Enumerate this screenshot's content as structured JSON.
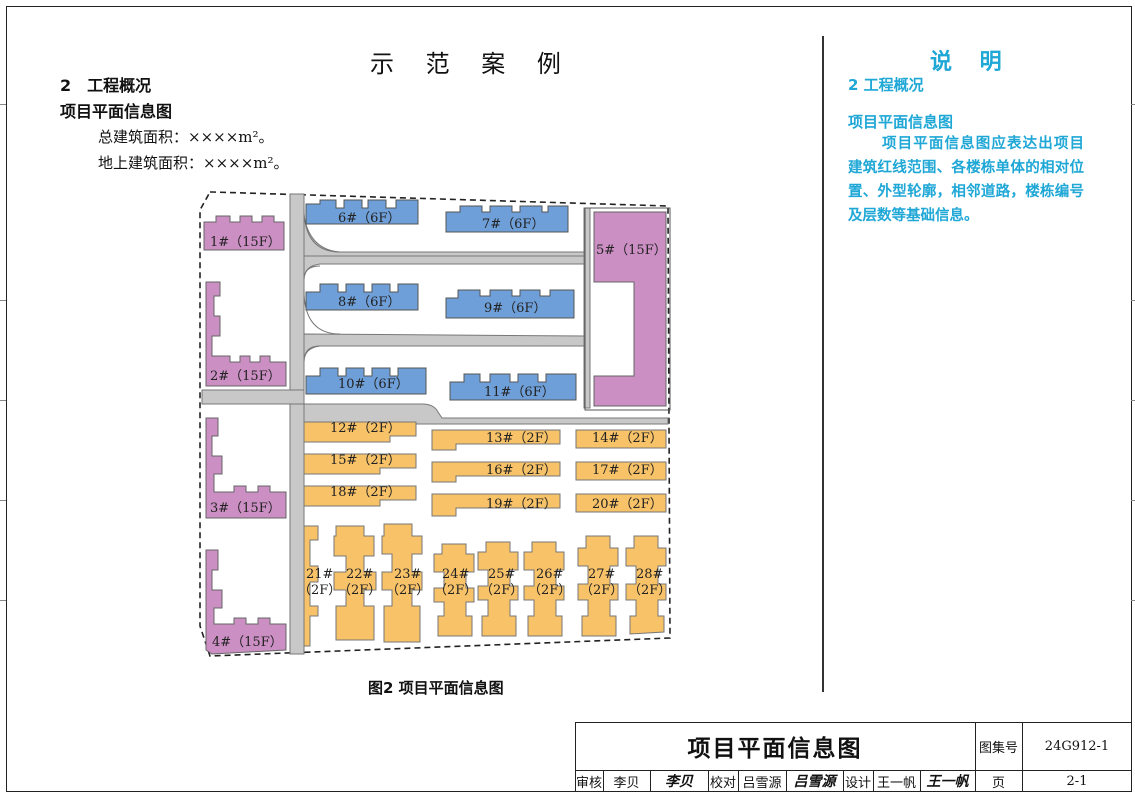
{
  "page": {
    "main_title": "示 范 案 例",
    "section": "2　工程概况",
    "subsection": "项目平面信息图",
    "total_area_label": "总建筑面积：××××m²。",
    "above_area_label": "地上建筑面积：××××m²。",
    "figure_caption": "图2  项目平面信息图"
  },
  "explanation": {
    "title": "说 明",
    "section": "2 工程概况",
    "subsection": "项目平面信息图",
    "body": "项目平面信息图应表达出项目建筑红线范围、各楼栋单体的相对位置、外型轮廓，相邻道路，楼栋编号及层数等基础信息。"
  },
  "buildings": {
    "b1": "1#（15F）",
    "b2": "2#（15F）",
    "b3": "3#（15F）",
    "b4": "4#（15F）",
    "b5": "5#（15F）",
    "b6": "6#（6F）",
    "b7": "7#（6F）",
    "b8": "8#（6F）",
    "b9": "9#（6F）",
    "b10": "10#（6F）",
    "b11": "11#（6F）",
    "b12": "12#（2F）",
    "b13": "13#（2F）",
    "b14": "14#（2F）",
    "b15": "15#（2F）",
    "b16": "16#（2F）",
    "b17": "17#（2F）",
    "b18": "18#（2F）",
    "b19": "19#（2F）",
    "b20": "20#（2F）",
    "b21": "21#",
    "b22": "22#",
    "b23": "23#",
    "b24": "24#",
    "b25": "25#",
    "b26": "26#",
    "b27": "27#",
    "b28": "28#",
    "floors_2f": "（2F）"
  },
  "colors": {
    "highrise": "#cc8fc4",
    "midrise": "#6f9fd8",
    "lowrise": "#f7c268",
    "road": "#c9c9c9",
    "accent_text": "#1fa7d6"
  },
  "title_block": {
    "drawing_title": "项目平面信息图",
    "atlas_label": "图集号",
    "atlas_value": "24G912-1",
    "review_label": "审核",
    "reviewer": "李贝",
    "reviewer_sig": "李贝",
    "check_label": "校对",
    "checker": "吕雪源",
    "checker_sig": "吕雪源",
    "design_label": "设计",
    "designer": "王一帆",
    "designer_sig": "王一帆",
    "page_label": "页",
    "page_value": "2-1"
  }
}
